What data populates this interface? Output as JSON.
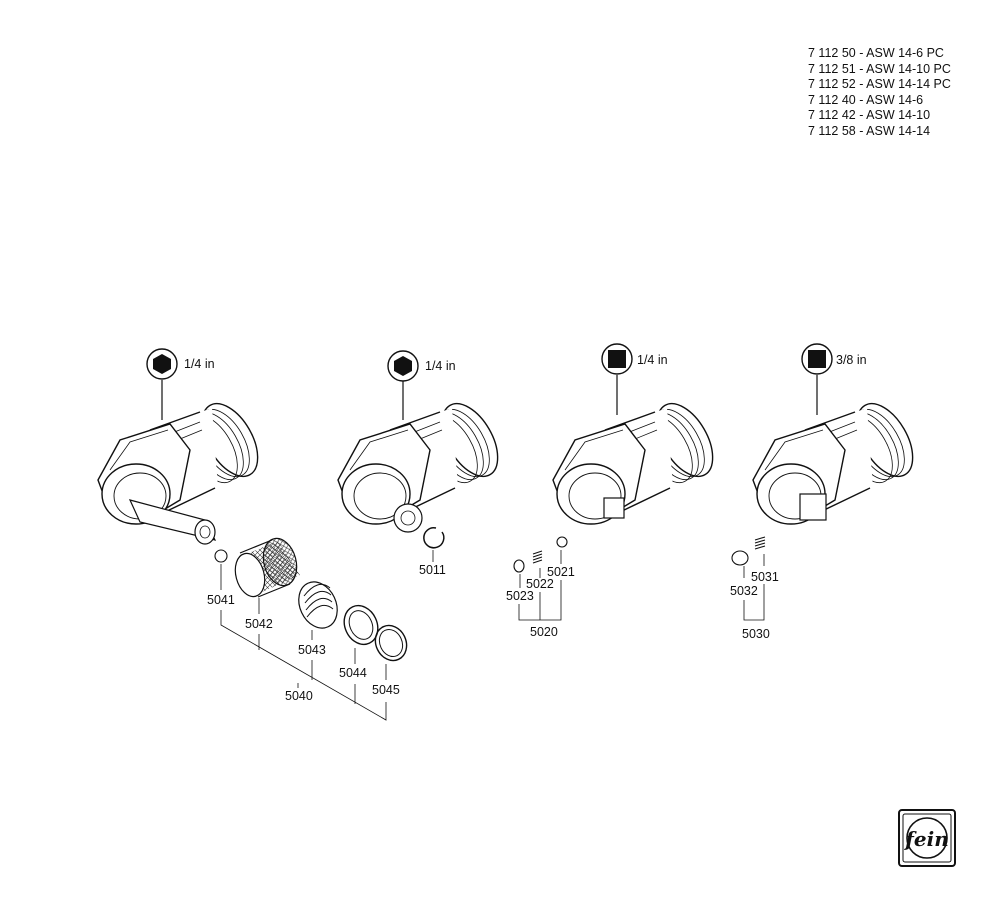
{
  "models": [
    "7 112 50 - ASW 14-6 PC",
    "7 112 51 - ASW 14-10 PC",
    "7 112 52 - ASW 14-14 PC",
    "7 112 40 - ASW 14-6",
    "7 112 42 - ASW 14-10",
    "7 112 58 - ASW 14-14"
  ],
  "heads": [
    {
      "drive": "hex",
      "size": "1/4 in"
    },
    {
      "drive": "hex",
      "size": "1/4 in"
    },
    {
      "drive": "square",
      "size": "1/4 in"
    },
    {
      "drive": "square",
      "size": "3/8 in"
    }
  ],
  "parts": {
    "p5011": "5011",
    "p5020": "5020",
    "p5021": "5021",
    "p5022": "5022",
    "p5023": "5023",
    "p5030": "5030",
    "p5031": "5031",
    "p5032": "5032",
    "p5040": "5040",
    "p5041": "5041",
    "p5042": "5042",
    "p5043": "5043",
    "p5044": "5044",
    "p5045": "5045"
  },
  "logo": "fein"
}
